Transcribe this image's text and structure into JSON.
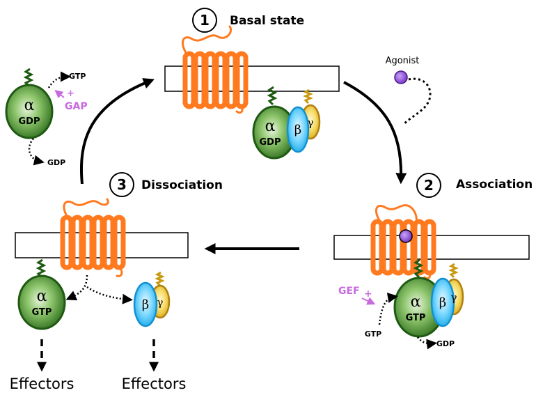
{
  "steps": {
    "basal": {
      "num": "1",
      "label": "Basal state"
    },
    "association": {
      "num": "2",
      "label": "Association"
    },
    "dissociation": {
      "num": "3",
      "label": "Dissociation"
    }
  },
  "agonist": "Agonist",
  "alpha_symbol": "α",
  "beta_symbol": "β",
  "gamma_symbol": "γ",
  "gdp": "GDP",
  "gtp": "GTP",
  "gap": "GAP",
  "gef": "GEF",
  "plus": "+",
  "effectors": "Effectors",
  "colors": {
    "receptor": "#ff7a1f",
    "alpha_fill": "#3f8a2a",
    "alpha_stroke": "#1e5a12",
    "beta_fill": "#4fd0ff",
    "gamma_fill": "#f0c020",
    "agonist": "#8e4fd8",
    "regulator_text": "#c76adf"
  }
}
